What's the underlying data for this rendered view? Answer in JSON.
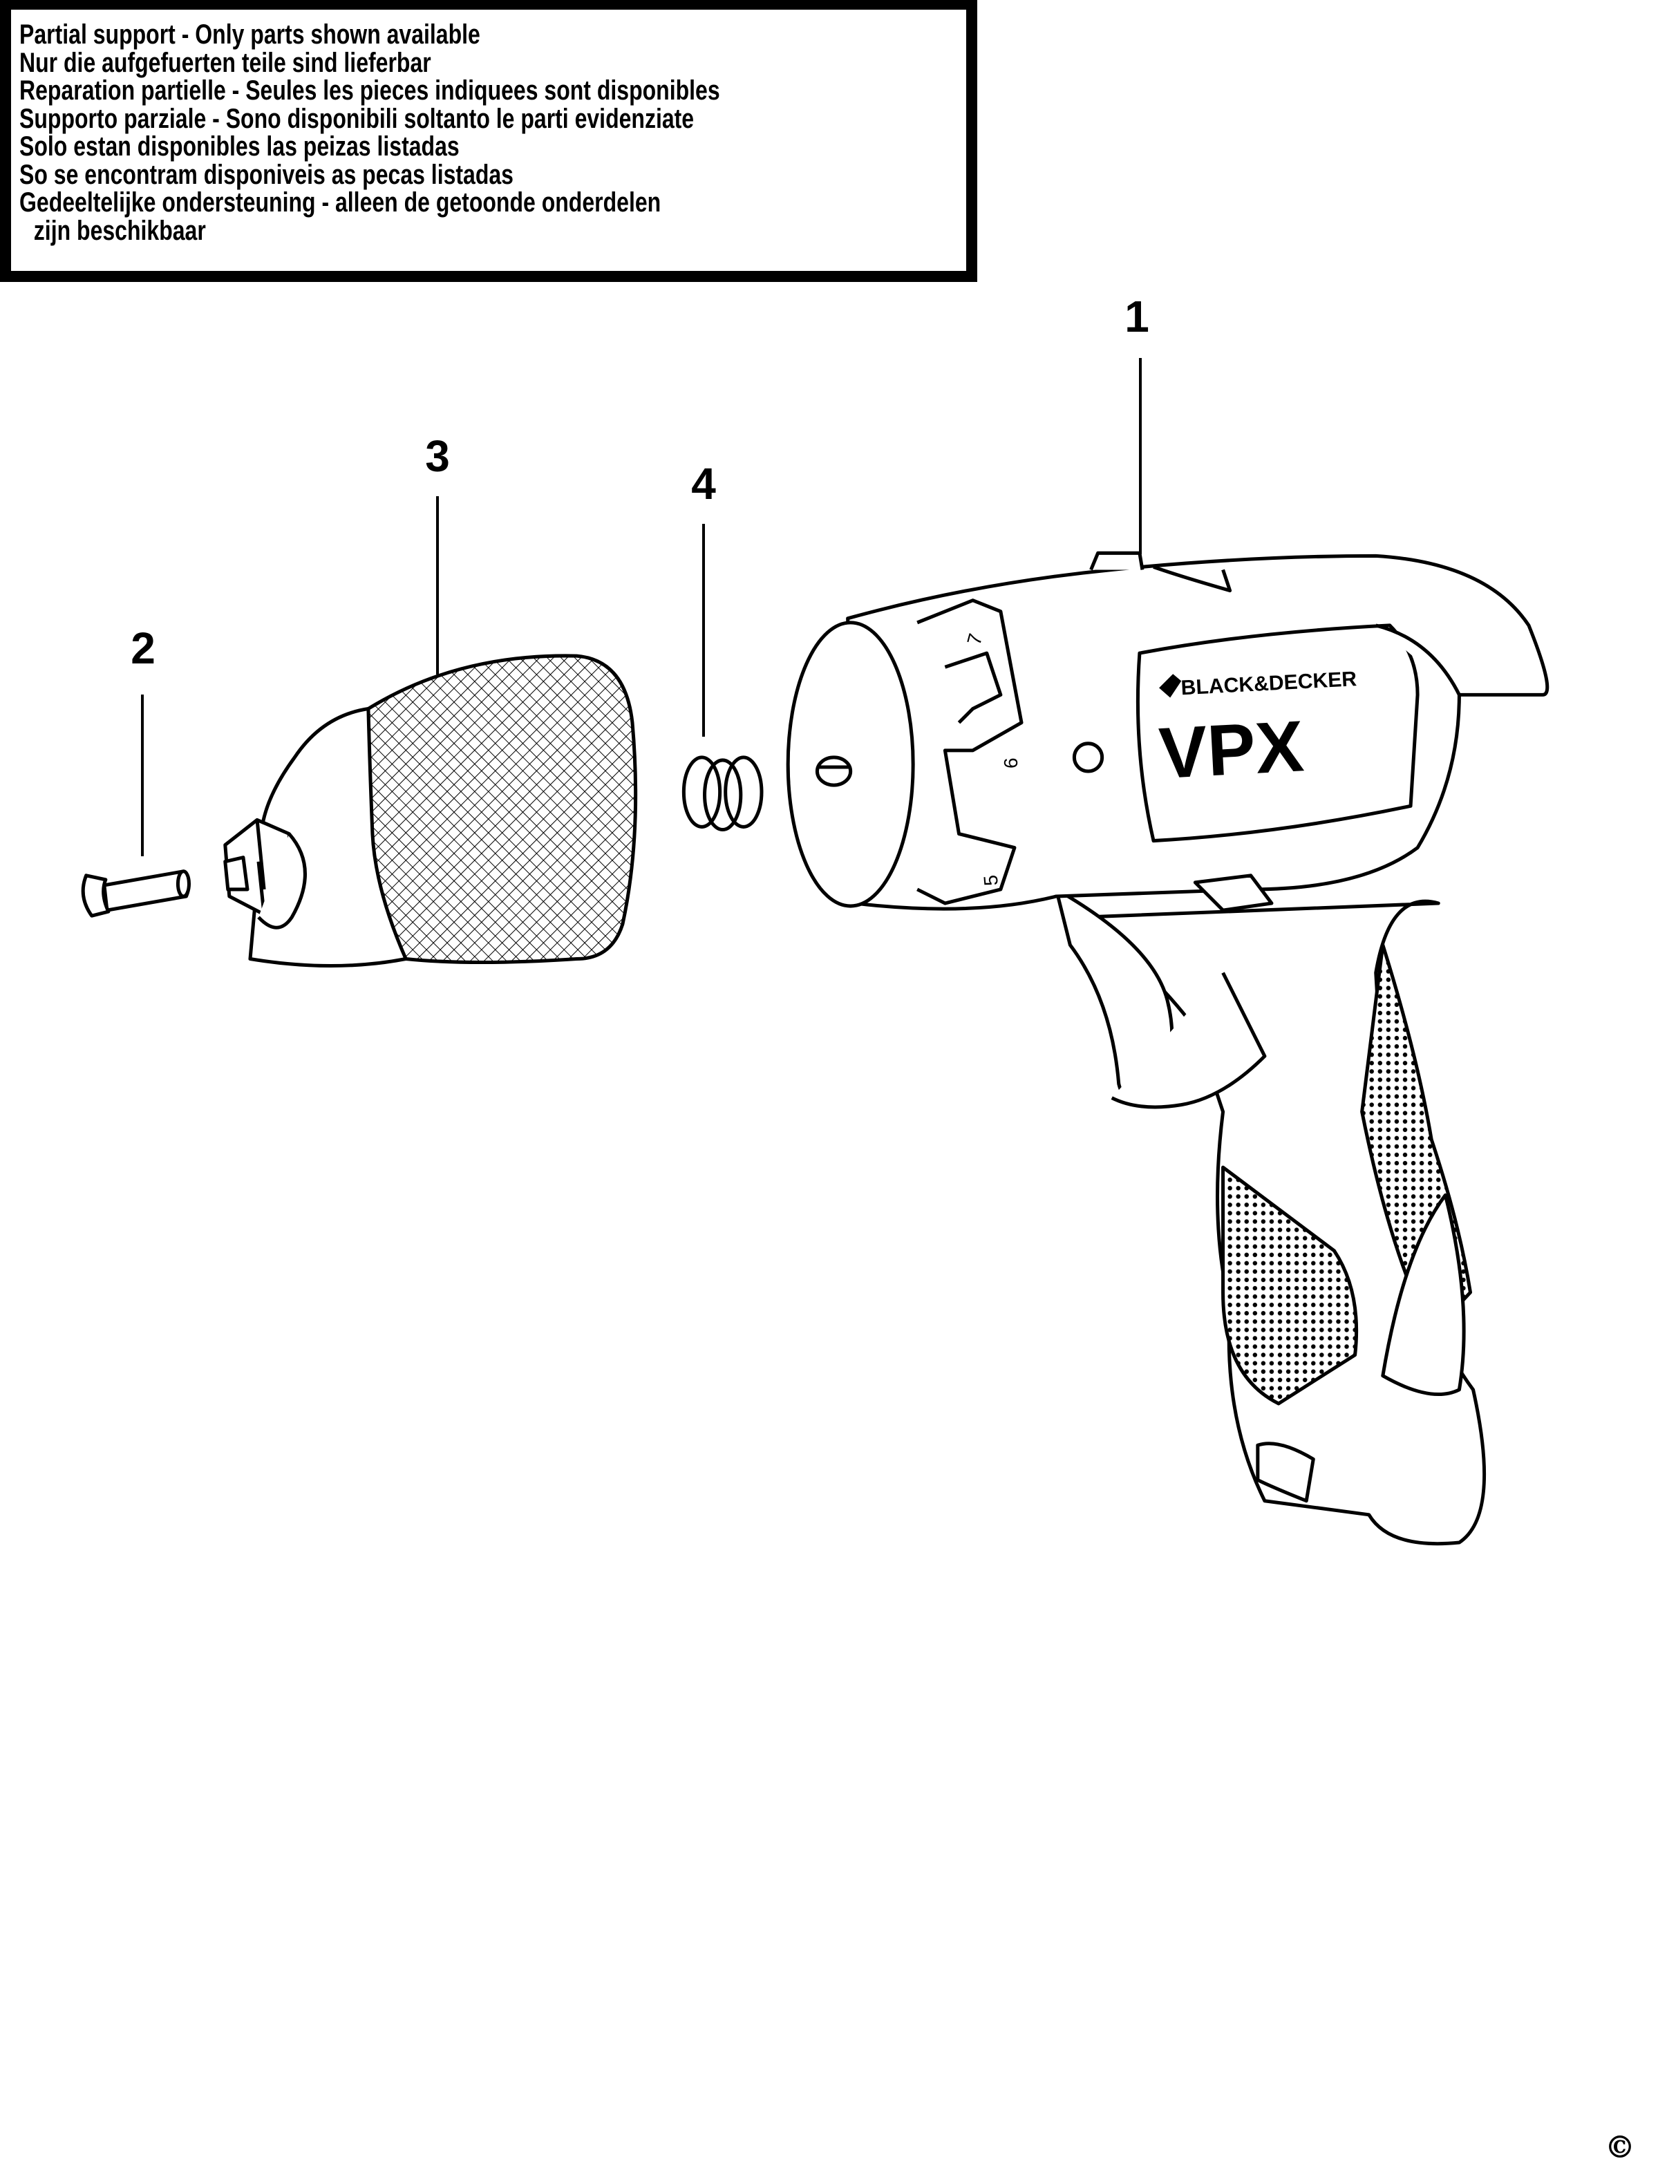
{
  "notice": {
    "lines": [
      "Partial support - Only parts shown available",
      "Nur die aufgefuerten teile sind lieferbar",
      "Reparation partielle - Seules les pieces indiquees sont disponibles",
      "Supporto parziale - Sono disponibili soltanto le parti evidenziate",
      "Solo estan disponibles las peizas listadas",
      "So se encontram disponiveis as pecas listadas",
      "Gedeeltelijke ondersteuning - alleen de getoonde onderdelen",
      "zijn beschikbaar"
    ]
  },
  "callouts": [
    "1",
    "2",
    "3",
    "4"
  ],
  "tool": {
    "brand": "BLACK&DECKER",
    "model": "VPX",
    "dial_numbers": [
      "7",
      "6",
      "5"
    ]
  },
  "copyright": "©"
}
